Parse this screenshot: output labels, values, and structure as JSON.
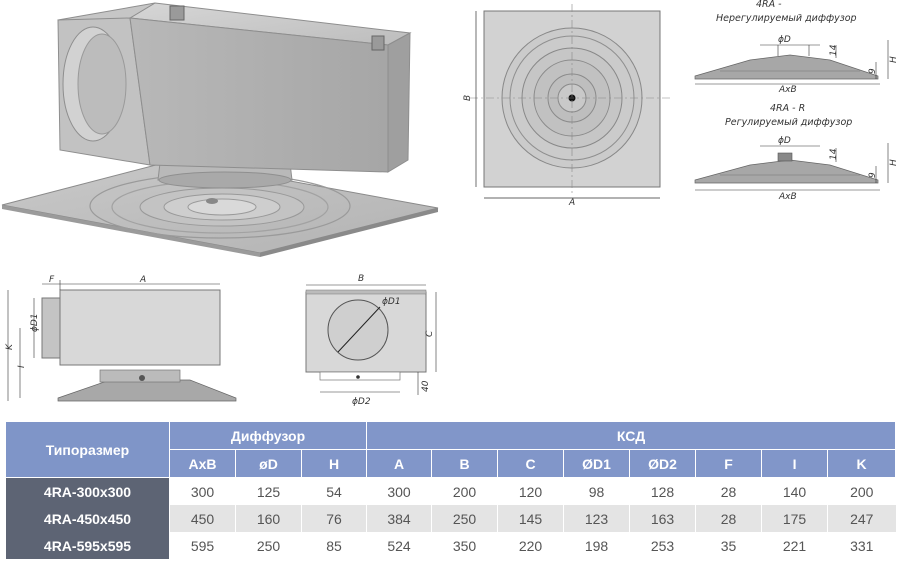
{
  "drawing": {
    "front_top_title": "4RA -",
    "front_top_subtitle": "Нерегулируемый диффузор",
    "front_bottom_title": "4RA - R",
    "front_bottom_subtitle": "Регулируемый диффузор",
    "dims": {
      "B": "B",
      "A": "A",
      "phiD": "ϕD",
      "d14": "14",
      "d9": "9",
      "H": "H",
      "AxB": "AxB",
      "F": "F",
      "phiD1": "ϕD1",
      "K": "K",
      "I": "I",
      "C": "C",
      "d40": "40",
      "phiD2": "ϕD2"
    }
  },
  "table": {
    "row_header": "Типоразмер",
    "group_diffuser": "Диффузор",
    "group_ksd": "КСД",
    "columns": [
      "AxB",
      "øD",
      "H",
      "A",
      "B",
      "C",
      "ØD1",
      "ØD2",
      "F",
      "I",
      "K"
    ],
    "rows": [
      {
        "name": "4RA-300x300",
        "values": [
          "300",
          "125",
          "54",
          "300",
          "200",
          "120",
          "98",
          "128",
          "28",
          "140",
          "200"
        ]
      },
      {
        "name": "4RA-450x450",
        "values": [
          "450",
          "160",
          "76",
          "384",
          "250",
          "145",
          "123",
          "163",
          "28",
          "175",
          "247"
        ]
      },
      {
        "name": "4RA-595x595",
        "values": [
          "595",
          "250",
          "85",
          "524",
          "350",
          "220",
          "198",
          "253",
          "35",
          "221",
          "331"
        ]
      }
    ]
  }
}
